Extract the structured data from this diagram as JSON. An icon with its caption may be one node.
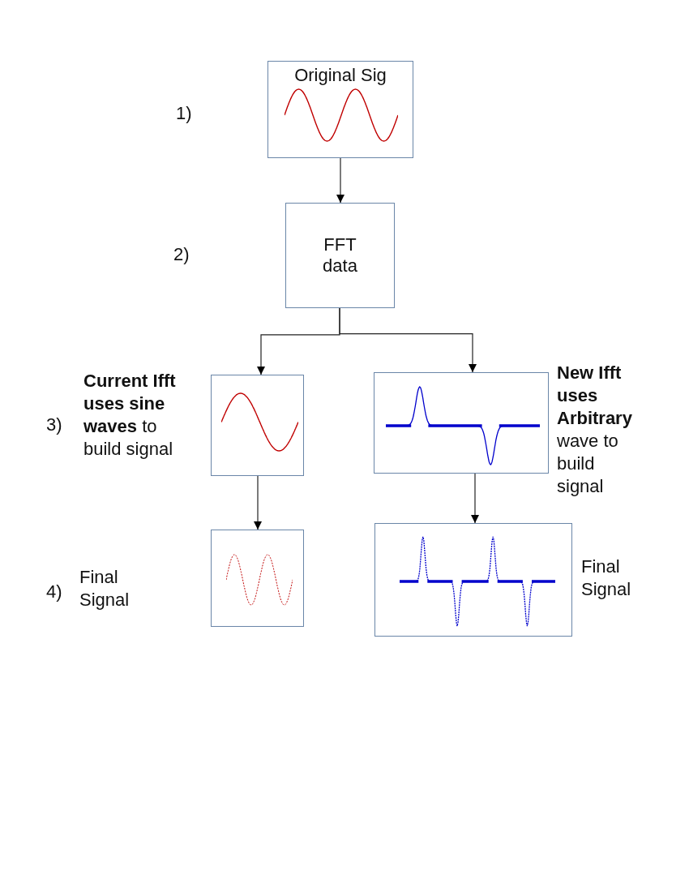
{
  "diagram": {
    "nodes": [
      {
        "text": [
          "Original Sig"
        ]
      },
      {
        "text": [
          "FFT data"
        ]
      },
      {
        "text": [],
        "shape": "box",
        "beside": [
          "**Current Ifft uses sine waves** to build signal"
        ]
      },
      {
        "text": [],
        "shape": "box",
        "beside": [
          "**New Ifft uses Arbitrary** wave to build signal"
        ]
      },
      {
        "text": [],
        "shape": "box"
      },
      {
        "text": [],
        "shape": "box",
        "beside": [
          "Final Signal"
        ]
      }
    ],
    "edges": [
      {
        "from": 0,
        "to": 1,
        "arrow": "to"
      },
      {
        "from": 1,
        "to": 2,
        "arrow": "to"
      },
      {
        "from": 1,
        "to": 3,
        "arrow": "to"
      },
      {
        "from": 2,
        "to": 4,
        "arrow": "to"
      },
      {
        "from": 3,
        "to": 5,
        "arrow": "to"
      }
    ],
    "labels": [
      "1)",
      "2)",
      "3)",
      "4)",
      "Final Signal"
    ]
  }
}
